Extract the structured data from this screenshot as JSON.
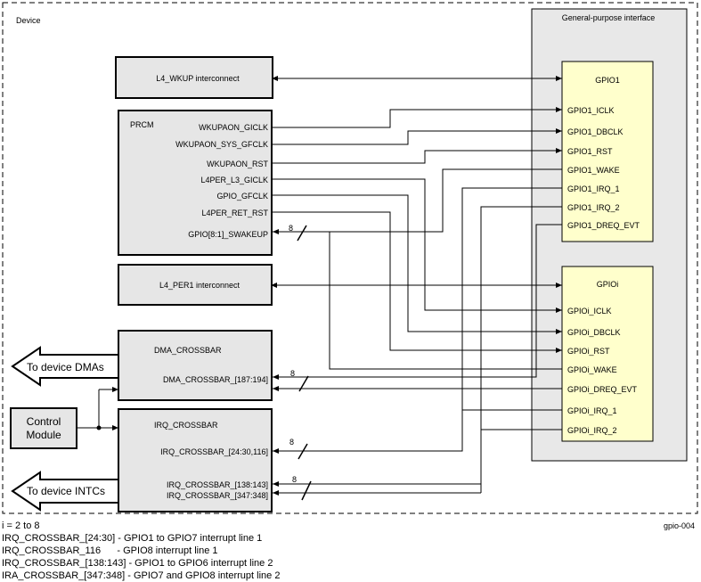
{
  "device_label": "Device",
  "gpi_title": "General-purpose interface",
  "l4_wkup": "L4_WKUP interconnect",
  "l4_per1": "L4_PER1 interconnect",
  "prcm": {
    "title": "PRCM",
    "signals": [
      "WKUPAON_GICLK",
      "WKUPAON_SYS_GFCLK",
      "WKUPAON_RST",
      "L4PER_L3_GICLK",
      "GPIO_GFCLK",
      "L4PER_RET_RST",
      "GPIO[8:1]_SWAKEUP"
    ]
  },
  "gpio1": {
    "title": "GPIO1",
    "ports": [
      "GPIO1_ICLK",
      "GPIO1_DBCLK",
      "GPIO1_RST",
      "GPIO1_WAKE",
      "GPIO1_IRQ_1",
      "GPIO1_IRQ_2",
      "GPIO1_DREQ_EVT"
    ]
  },
  "gpioi": {
    "title": "GPIOi",
    "ports": [
      "GPIOi_ICLK",
      "GPIOi_DBCLK",
      "GPIOi_RST",
      "GPIOi_WAKE",
      "GPIOi_DREQ_EVT",
      "GPIOi_IRQ_1",
      "GPIOi_IRQ_2"
    ]
  },
  "dma_crossbar": {
    "title": "DMA_CROSSBAR",
    "port": "DMA_CROSSBAR_[187:194]"
  },
  "irq_crossbar": {
    "title": "IRQ_CROSSBAR",
    "port1": "IRQ_CROSSBAR_[24:30,116]",
    "port2": "IRQ_CROSSBAR_[138:143]",
    "port3": "IRQ_CROSSBAR_[347:348]"
  },
  "control_module": {
    "line1": "Control",
    "line2": "Module"
  },
  "to_dmas": "To device DMAs",
  "to_intcs": "To device INTCs",
  "bus_width": "8",
  "notes": [
    "i = 2 to 8",
    "IRQ_CROSSBAR_[24:30] - GPIO1 to GPIO7 interrupt line 1",
    "IRQ_CROSSBAR_116      - GPIO8 interrupt line 1",
    "IRQ_CROSSBAR_[138:143] - GPIO1 to GPIO6 interrupt line 2",
    "IRA_CROSSBAR_[347:348] - GPIO7 and GPIO8 interrupt line 2"
  ],
  "figure_id": "gpio-004",
  "colors": {
    "module_fill": "#e6e6e6",
    "gpio_fill": "#ffffcc",
    "gpi_fill": "#e8e8e8",
    "line": "#000000"
  }
}
